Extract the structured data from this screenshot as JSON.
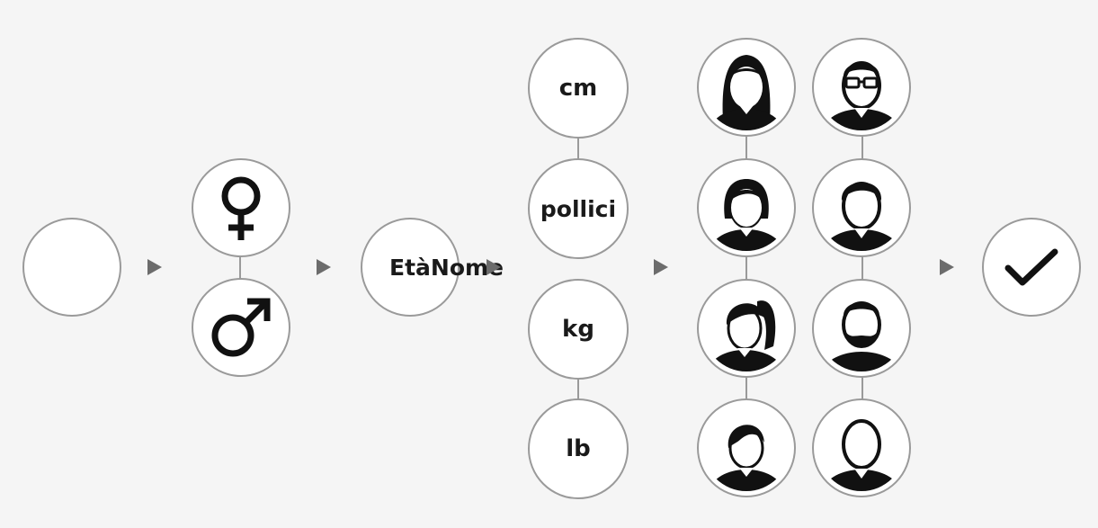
{
  "colors": {
    "background": "#f5f5f5",
    "circle_border": "#9a9a9a",
    "arrow": "#6c6c6c",
    "icon": "#111111"
  },
  "steps": {
    "start": {
      "icon": "empty"
    },
    "gender": {
      "female_icon": "female-symbol-icon",
      "male_icon": "male-symbol-icon"
    },
    "age_name": {
      "label": "EtàNome"
    },
    "height_units": {
      "cm": "cm",
      "inches": "pollici"
    },
    "weight_units": {
      "kg": "kg",
      "lb": "lb"
    },
    "avatars": [
      "avatar-long-hair-woman-icon",
      "avatar-glasses-man-icon",
      "avatar-short-hair-woman-icon",
      "avatar-short-hair-man-icon",
      "avatar-side-ponytail-woman-icon",
      "avatar-bearded-man-icon",
      "avatar-bob-hair-woman-icon",
      "avatar-bald-man-icon"
    ],
    "done": {
      "icon": "checkmark-icon"
    }
  }
}
